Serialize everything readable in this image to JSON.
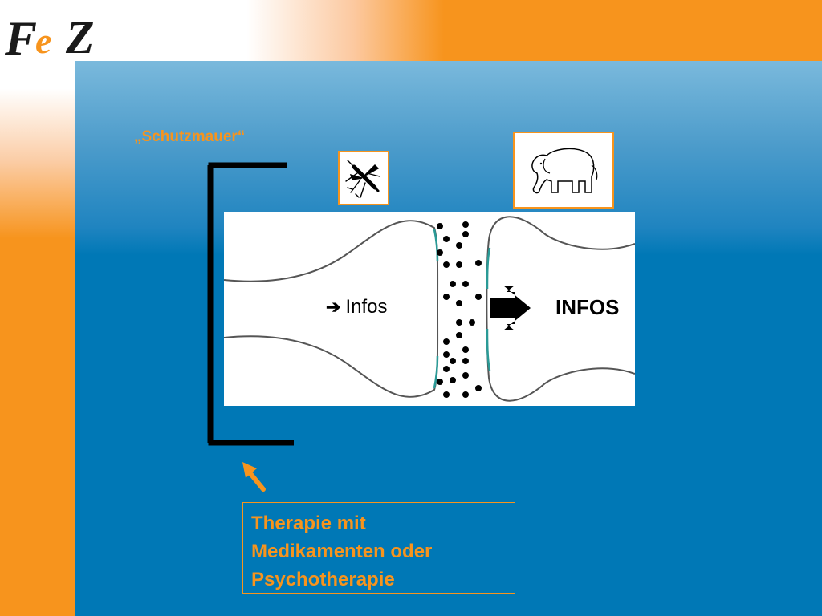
{
  "logo": {
    "text": "FeZ",
    "icon": "fez-logo"
  },
  "diagram": {
    "title": "„Schutzmauer“",
    "left_card_icon": "mosquito-icon",
    "right_card_icon": "elephant-icon",
    "infos_small": "Infos",
    "infos_small_arrow": "➔",
    "infos_big": "INFOS",
    "therapy_lines": [
      "Therapie mit",
      "Medikamenten oder",
      "Psychotherapie"
    ]
  },
  "colors": {
    "accent_orange": "#f7941d",
    "panel_blue": "#0078b6",
    "synapse_line": "#555555",
    "membrane_teal": "#2a9a96"
  }
}
